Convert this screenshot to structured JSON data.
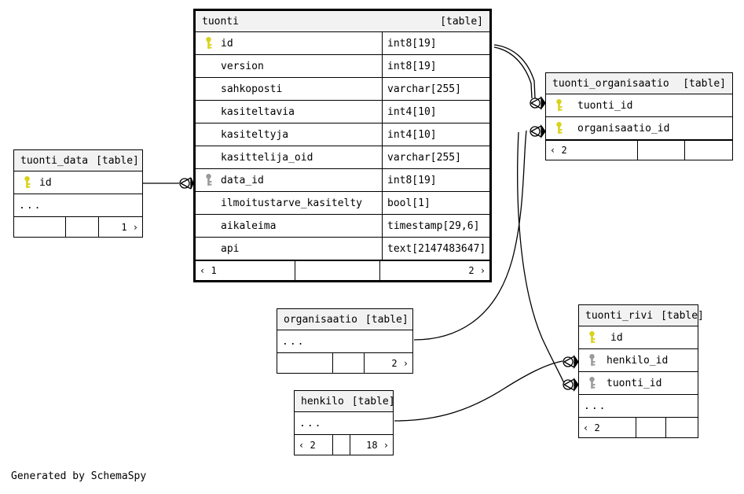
{
  "diagram": {
    "caption": "Generated by SchemaSpy",
    "table_tag": "[table]",
    "ellipsis": "...",
    "colors": {
      "primary_key": "#d9d21a",
      "foreign_key": "#9a9a9a",
      "header_bg": "#f2f2f2",
      "border": "#000000",
      "background": "#ffffff"
    }
  },
  "tables": {
    "tuonti": {
      "name": "tuonti",
      "tag": "[table]",
      "columns": [
        {
          "key": "primary",
          "name": "id",
          "type": "int8[19]"
        },
        {
          "key": "none",
          "name": "version",
          "type": "int8[19]"
        },
        {
          "key": "none",
          "name": "sahkoposti",
          "type": "varchar[255]"
        },
        {
          "key": "none",
          "name": "kasiteltavia",
          "type": "int4[10]"
        },
        {
          "key": "none",
          "name": "kasiteltyja",
          "type": "int4[10]"
        },
        {
          "key": "none",
          "name": "kasittelija_oid",
          "type": "varchar[255]"
        },
        {
          "key": "foreign",
          "name": "data_id",
          "type": "int8[19]"
        },
        {
          "key": "none",
          "name": "ilmoitustarve_kasitelty",
          "type": "bool[1]"
        },
        {
          "key": "none",
          "name": "aikaleima",
          "type": "timestamp[29,6]"
        },
        {
          "key": "none",
          "name": "api",
          "type": "text[2147483647]"
        }
      ],
      "footer": {
        "left": "‹ 1",
        "middle": "",
        "right": "2 ›"
      }
    },
    "tuonti_data": {
      "name": "tuonti_data",
      "tag": "[table]",
      "columns": [
        {
          "key": "primary",
          "name": "id",
          "type": ""
        }
      ],
      "has_ellipsis": true,
      "footer": {
        "left": "",
        "middle": "",
        "right": "1 ›"
      }
    },
    "tuonti_organisaatio": {
      "name": "tuonti_organisaatio",
      "tag": "[table]",
      "columns": [
        {
          "key": "primary",
          "name": "tuonti_id",
          "type": ""
        },
        {
          "key": "primary",
          "name": "organisaatio_id",
          "type": ""
        }
      ],
      "has_ellipsis": false,
      "footer": {
        "left": "‹ 2",
        "middle": "",
        "right": ""
      }
    },
    "organisaatio": {
      "name": "organisaatio",
      "tag": "[table]",
      "columns": [],
      "has_ellipsis": true,
      "footer": {
        "left": "",
        "middle": "",
        "right": "2 ›"
      }
    },
    "henkilo": {
      "name": "henkilo",
      "tag": "[table]",
      "columns": [],
      "has_ellipsis": true,
      "footer": {
        "left": "‹ 2",
        "middle": "",
        "right": "18 ›"
      }
    },
    "tuonti_rivi": {
      "name": "tuonti_rivi",
      "tag": "[table]",
      "columns": [
        {
          "key": "primary",
          "name": "id",
          "type": ""
        },
        {
          "key": "foreign",
          "name": "henkilo_id",
          "type": ""
        },
        {
          "key": "foreign",
          "name": "tuonti_id",
          "type": ""
        }
      ],
      "has_ellipsis": true,
      "footer": {
        "left": "‹ 2",
        "middle": "",
        "right": ""
      }
    }
  },
  "relationships": [
    {
      "from": "tuonti.data_id",
      "to": "tuonti_data.id",
      "cardinality": "zero-or-many"
    },
    {
      "from": "tuonti_organisaatio.tuonti_id",
      "to": "tuonti.id",
      "cardinality": "zero-or-many"
    },
    {
      "from": "tuonti_organisaatio.organisaatio_id",
      "to": "organisaatio",
      "cardinality": "zero-or-many"
    },
    {
      "from": "tuonti_rivi.henkilo_id",
      "to": "henkilo",
      "cardinality": "zero-or-many"
    },
    {
      "from": "tuonti_rivi.tuonti_id",
      "to": "tuonti.id",
      "cardinality": "zero-or-many"
    }
  ]
}
